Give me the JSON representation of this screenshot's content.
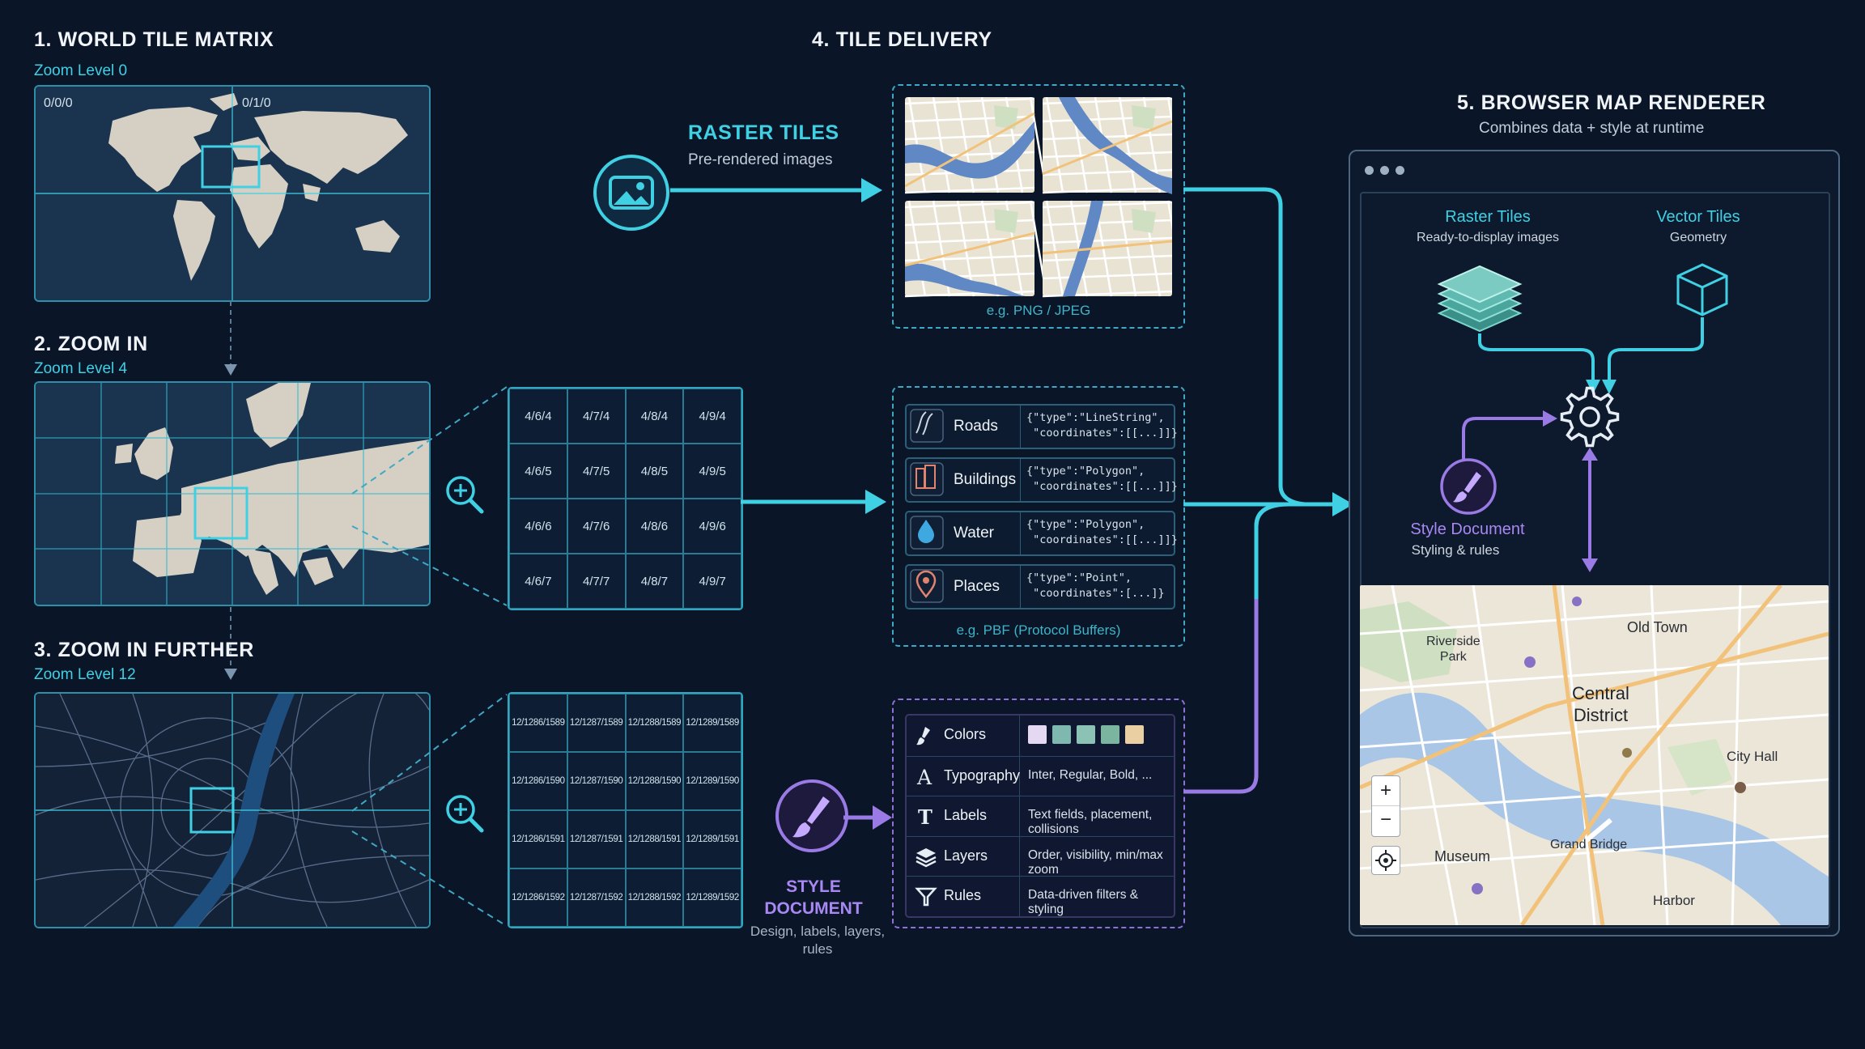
{
  "s1": {
    "title": "1. WORLD TILE MATRIX",
    "zoom": "Zoom Level 0",
    "tile_a": "0/0/0",
    "tile_b": "0/1/0"
  },
  "s2": {
    "title": "2. ZOOM IN",
    "zoom": "Zoom Level 4",
    "tiles": [
      "4/6/4",
      "4/7/4",
      "4/8/4",
      "4/9/4",
      "4/6/5",
      "4/7/5",
      "4/8/5",
      "4/9/5",
      "4/6/6",
      "4/7/6",
      "4/8/6",
      "4/9/6",
      "4/6/7",
      "4/7/7",
      "4/8/7",
      "4/9/7"
    ]
  },
  "s3": {
    "title": "3. ZOOM IN FURTHER",
    "zoom": "Zoom Level 12",
    "tiles": [
      "12/1286/1589",
      "12/1287/1589",
      "12/1288/1589",
      "12/1289/1589",
      "12/1286/1590",
      "12/1287/1590",
      "12/1288/1590",
      "12/1289/1590",
      "12/1286/1591",
      "12/1287/1591",
      "12/1288/1591",
      "12/1289/1591",
      "12/1286/1592",
      "12/1287/1592",
      "12/1288/1592",
      "12/1289/1592"
    ]
  },
  "s4": {
    "title": "4. TILE DELIVERY"
  },
  "raster": {
    "title": "RASTER TILES",
    "subtitle": "Pre-rendered images",
    "format": "e.g. PNG / JPEG"
  },
  "vector": {
    "format": "e.g. PBF (Protocol Buffers)",
    "rows": [
      {
        "label": "Roads",
        "code": "{\"type\":\"LineString\",\n \"coordinates\":[[...]]}"
      },
      {
        "label": "Buildings",
        "code": "{\"type\":\"Polygon\",\n \"coordinates\":[[...]]}"
      },
      {
        "label": "Water",
        "code": "{\"type\":\"Polygon\",\n \"coordinates\":[[...]]}"
      },
      {
        "label": "Places",
        "code": "{\"type\":\"Point\",\n \"coordinates\":[...]}"
      }
    ]
  },
  "styledoc": {
    "title_line1": "STYLE",
    "title_line2": "DOCUMENT",
    "subtitle": "Design, labels, layers, rules",
    "rows": [
      {
        "label": "Colors",
        "value": ""
      },
      {
        "label": "Typography",
        "value": "Inter, Regular, Bold, ..."
      },
      {
        "label": "Labels",
        "value": "Text fields, placement, collisions"
      },
      {
        "label": "Layers",
        "value": "Order, visibility, min/max zoom"
      },
      {
        "label": "Rules",
        "value": "Data-driven filters & styling"
      }
    ],
    "swatches": [
      "#e4d8f2",
      "#7fb8ae",
      "#8cc2b4",
      "#7bb59f",
      "#e9cfa2"
    ]
  },
  "s5": {
    "title": "5. BROWSER MAP RENDERER",
    "subtitle": "Combines data + style at runtime",
    "raster_title": "Raster Tiles",
    "raster_sub": "Ready-to-display images",
    "vector_title": "Vector Tiles",
    "vector_sub": "Geometry",
    "style_title": "Style Document",
    "style_sub": "Styling & rules",
    "map": {
      "riverside_line1": "Riverside",
      "riverside_line2": "Park",
      "old_town": "Old Town",
      "central_line1": "Central",
      "central_line2": "District",
      "city_hall": "City Hall",
      "grand_bridge": "Grand Bridge",
      "museum": "Museum",
      "harbor": "Harbor",
      "zoom_in": "+",
      "zoom_out": "−"
    }
  },
  "colors": {
    "bg": "#0b1528",
    "cyan": "#3fd0e4",
    "purple": "#8f6fd8"
  }
}
